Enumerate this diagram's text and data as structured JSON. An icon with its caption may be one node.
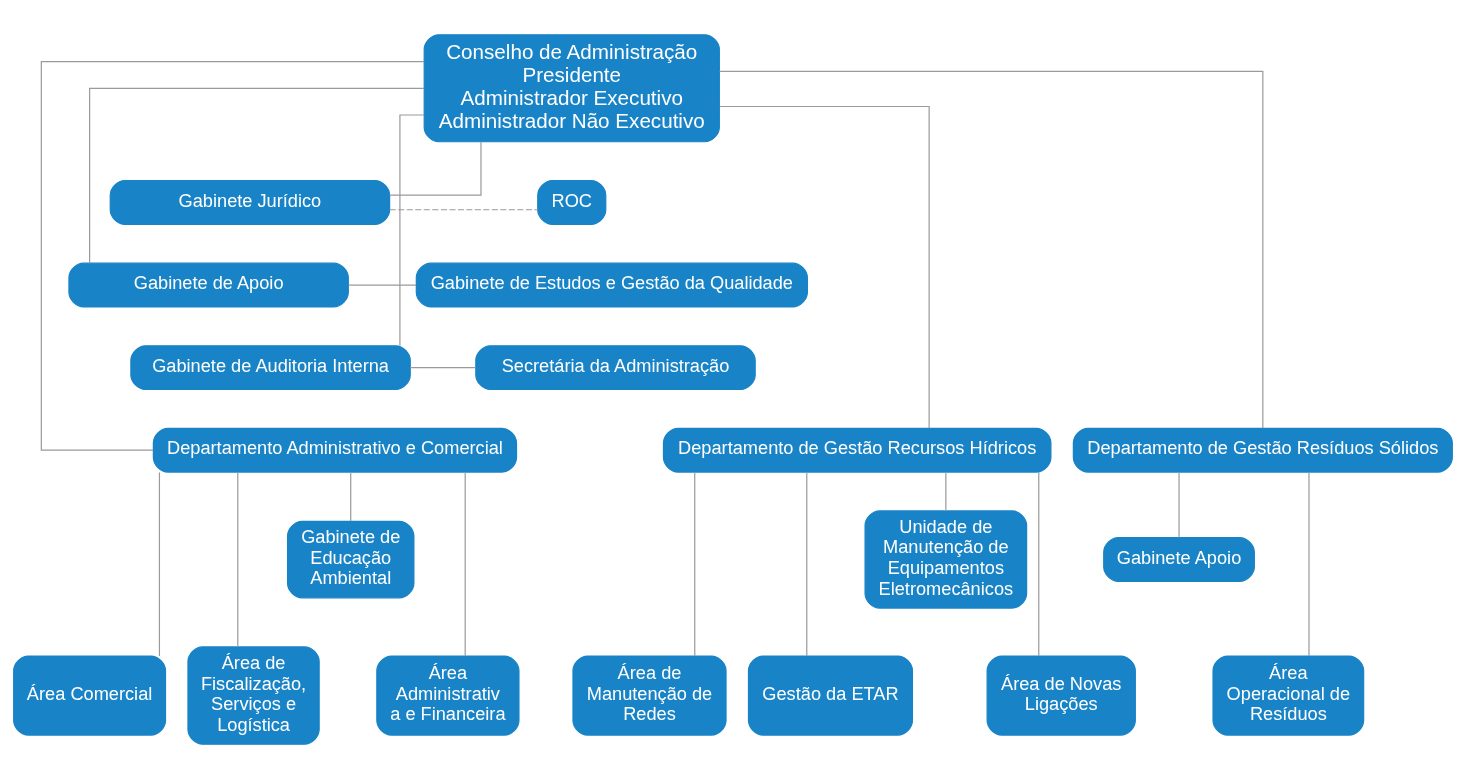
{
  "diagram": {
    "nodes": [
      {
        "text": [
          "Conselho de Administração",
          "Presidente",
          "Administrador Executivo",
          "Administrador Não Executivo"
        ]
      },
      {
        "text": [
          "Gabinete Jurídico"
        ]
      },
      {
        "text": [
          "ROC"
        ]
      },
      {
        "text": [
          "Gabinete de Apoio"
        ]
      },
      {
        "text": [
          "Gabinete de Estudos e Gestão da Qualidade"
        ]
      },
      {
        "text": [
          "Gabinete de Auditoria Interna"
        ]
      },
      {
        "text": [
          "Secretária da Administração"
        ]
      },
      {
        "text": [
          "Departamento de Gestão Recursos Hídricos"
        ]
      },
      {
        "text": [
          "Departamento Administrativo e Comercial"
        ]
      },
      {
        "text": [
          "Departamento de Gestão Resíduos Sólidos"
        ]
      },
      {
        "text": [
          "Unidade de Manutenção de Equipamentos Eletromecânicos"
        ]
      },
      {
        "text": [
          "Gabinete de Educação Ambiental"
        ]
      },
      {
        "text": [
          "Gabinete Apoio"
        ]
      },
      {
        "text": [
          "Área de Novas Ligações"
        ]
      },
      {
        "text": [
          "Área de Manutenção de Redes"
        ]
      },
      {
        "text": [
          "Gestão da ETAR"
        ]
      },
      {
        "text": [
          "Área Administrativ a e Financeira"
        ]
      },
      {
        "text": [
          "Área Comercial"
        ]
      },
      {
        "text": [
          "Área de Fiscalização, Serviços e Logística"
        ]
      },
      {
        "text": [
          "Área Operacional de Resíduos"
        ]
      }
    ],
    "edges": [
      {
        "from": 0,
        "to": 1,
        "arrow": "none"
      },
      {
        "from": 1,
        "to": 2,
        "arrow": "none",
        "style": "dashed"
      },
      {
        "from": 0,
        "to": 3,
        "arrow": "none"
      },
      {
        "from": 3,
        "to": 4,
        "arrow": "none"
      },
      {
        "from": 0,
        "to": 5,
        "arrow": "none"
      },
      {
        "from": 5,
        "to": 6,
        "arrow": "none"
      },
      {
        "from": 0,
        "to": 7,
        "arrow": "none"
      },
      {
        "from": 0,
        "to": 8,
        "arrow": "none"
      },
      {
        "from": 0,
        "to": 9,
        "arrow": "none"
      },
      {
        "from": 7,
        "to": 10,
        "arrow": "none"
      },
      {
        "from": 8,
        "to": 11,
        "arrow": "none"
      },
      {
        "from": 9,
        "to": 12,
        "arrow": "none"
      },
      {
        "from": 7,
        "to": 13,
        "arrow": "none"
      },
      {
        "from": 7,
        "to": 14,
        "arrow": "none"
      },
      {
        "from": 7,
        "to": 15,
        "arrow": "none"
      },
      {
        "from": 8,
        "to": 16,
        "arrow": "none"
      },
      {
        "from": 8,
        "to": 17,
        "arrow": "none"
      },
      {
        "from": 8,
        "to": 18,
        "arrow": "none"
      },
      {
        "from": 9,
        "to": 19,
        "arrow": "none"
      }
    ]
  }
}
